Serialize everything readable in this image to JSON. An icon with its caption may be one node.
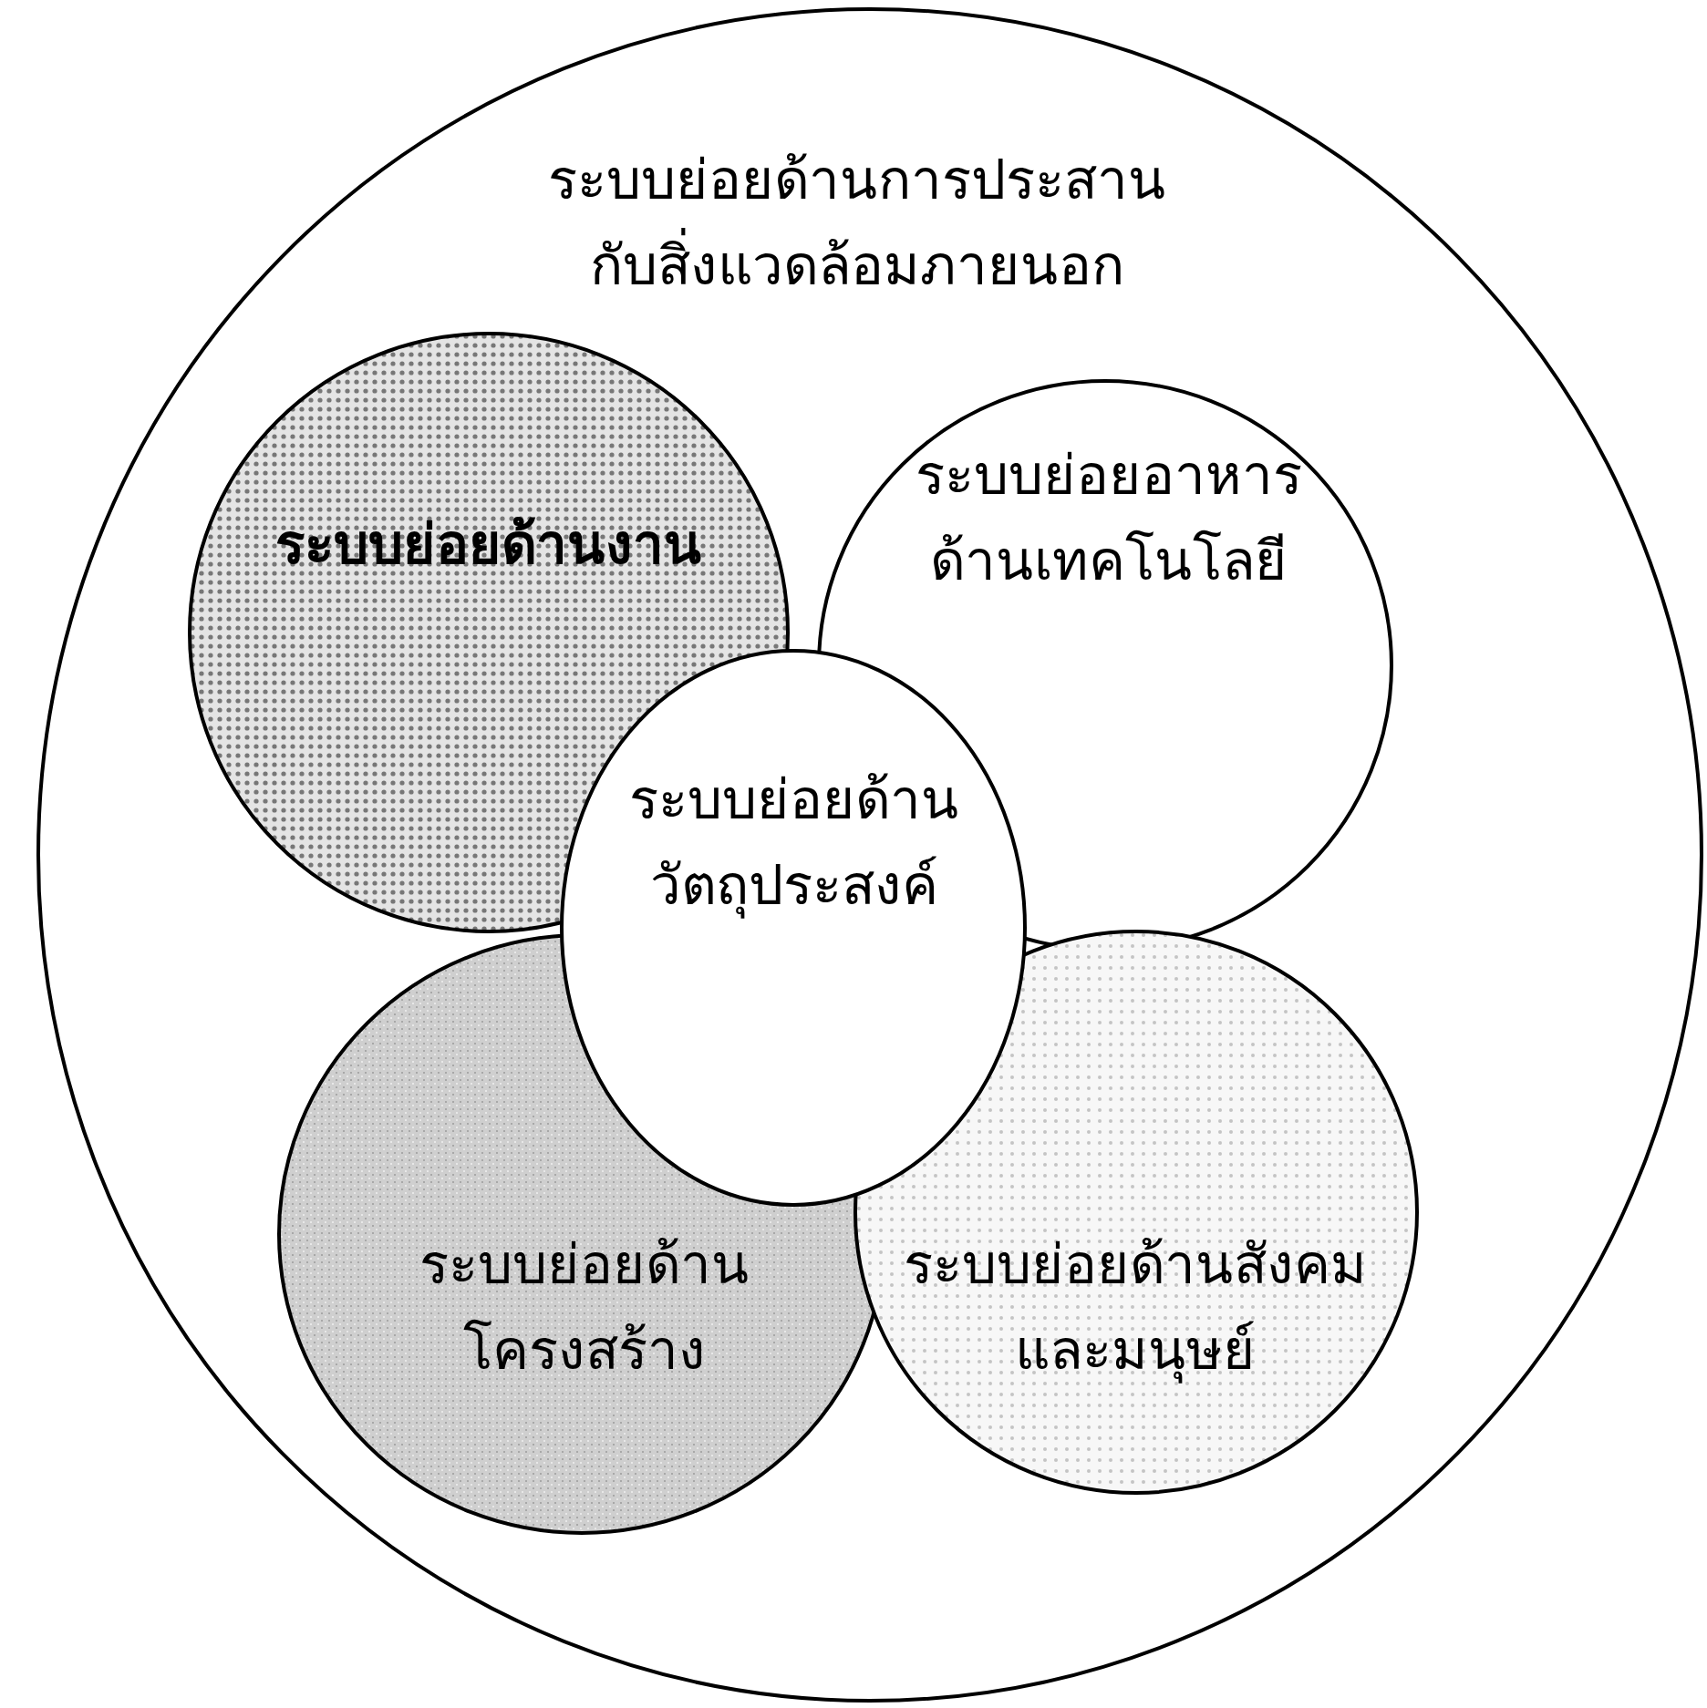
{
  "diagram": {
    "nodes": [
      {
        "text": [
          "ระบบย่อยด้านการประสานกับสิ่งแวดล้อมภายนอก"
        ]
      },
      {
        "text": [
          "ระบบย่อยด้านงาน"
        ],
        "in": 0
      },
      {
        "text": [
          "ระบบย่อยอาหารด้านเทคโนโลยี"
        ],
        "in": 0
      },
      {
        "text": [
          "ระบบย่อยด้านวัตถุประสงค์"
        ],
        "in": 0
      },
      {
        "text": [
          "ระบบย่อยด้านโครงสร้าง"
        ],
        "in": 0
      },
      {
        "text": [
          "ระบบย่อยด้านสังคมและมนุษย์"
        ],
        "in": 0
      }
    ],
    "edges": []
  }
}
